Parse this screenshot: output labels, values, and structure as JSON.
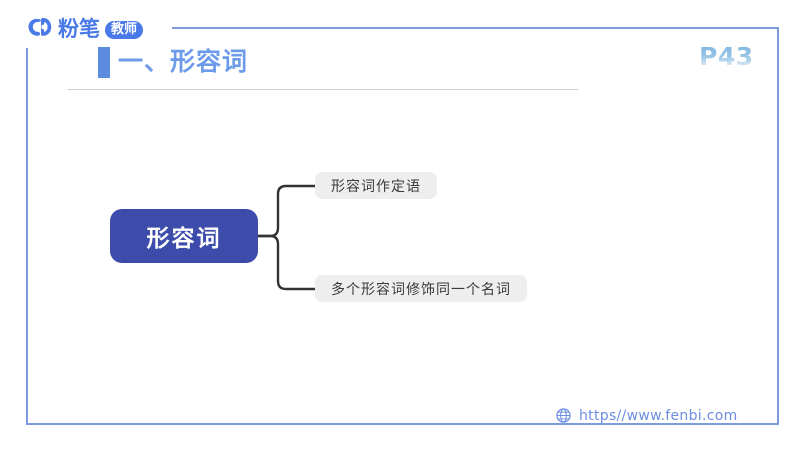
{
  "brand": {
    "logo_icon": "fenbi-fb-logo-icon",
    "word": "粉笔",
    "badge": "教师"
  },
  "header": {
    "title": "一、形容词",
    "page_number": "P43",
    "accent_color": "#5b8ce0",
    "title_color": "#6d9bea",
    "frame_color": "#7f9be0"
  },
  "mindmap": {
    "root": {
      "label": "形容词",
      "fill": "#3d4cab",
      "text_color": "#ffffff"
    },
    "branches": [
      {
        "label": "形容词作定语",
        "fill": "#eeeeee",
        "text_color": "#3a3a3a"
      },
      {
        "label": "多个形容词修饰同一个名词",
        "fill": "#eeeeee",
        "text_color": "#3a3a3a"
      }
    ],
    "connector_color": "#333333"
  },
  "footer": {
    "globe_icon": "globe-icon",
    "url": "https//www.fenbi.com",
    "url_color": "#6c8ee0"
  }
}
